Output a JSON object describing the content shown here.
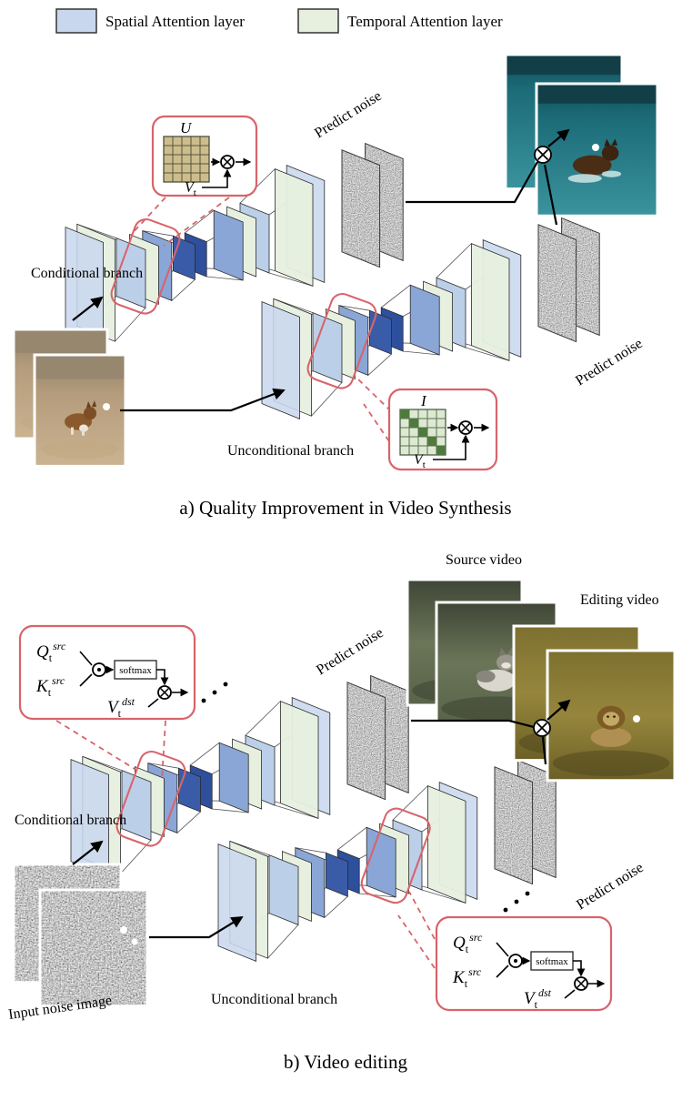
{
  "legend": {
    "items": [
      {
        "label": "Spatial Attention layer",
        "color": "#c9d7ee"
      },
      {
        "label": "Temporal Attention layer",
        "color": "#e7f0df"
      }
    ]
  },
  "colors": {
    "spatial_light": "#c9d7ee",
    "spatial_mid": "#8aa6d6",
    "spatial_dark": "#2e4f9b",
    "temporal": "#e7f0df",
    "callout_border": "#d9636b",
    "identity_diag": "#4f7a3d",
    "u_matrix_cell": "#cdbd8d"
  },
  "symbols": {
    "multiply": "⊗",
    "dot_product": "⊙"
  },
  "panel_a": {
    "caption": "a) Quality Improvement in Video Synthesis",
    "conditional_label": "Conditional branch",
    "unconditional_label": "Unconditional branch",
    "predict_noise_top": "Predict noise",
    "predict_noise_right": "Predict  noise",
    "callout_u": {
      "matrix": "U",
      "v": "V",
      "v_sub": "t"
    },
    "callout_i": {
      "matrix": "I",
      "v": "V",
      "v_sub": "t"
    }
  },
  "panel_b": {
    "caption": "b) Video editing",
    "source_video_label": "Source video",
    "editing_video_label": "Editing video",
    "input_noise_label": "Input noise image",
    "conditional_label": "Conditional branch",
    "unconditional_label": "Unconditional branch",
    "predict_noise_top": "Predict noise",
    "predict_noise_right": "Predict  noise",
    "attention": {
      "q": "Q",
      "k": "K",
      "v": "V",
      "sub_t": "t",
      "sup_src": "src",
      "sup_dst": "dst",
      "softmax": "softmax"
    }
  }
}
